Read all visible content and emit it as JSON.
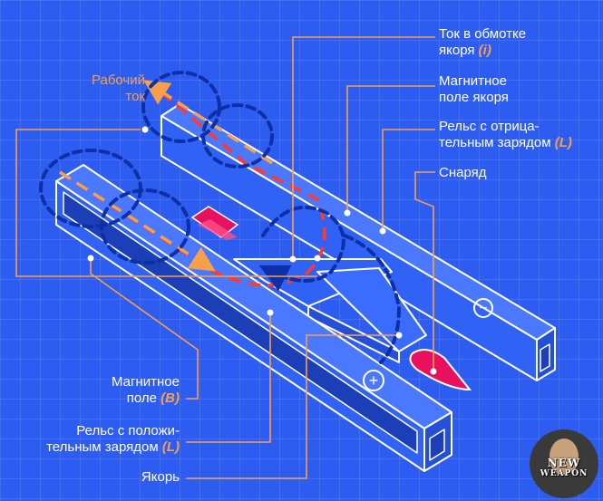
{
  "labels": {
    "current_armature": {
      "text": "Ток в обмотке\nякоря ",
      "symbol": "(i)"
    },
    "magnetic_field_armature": {
      "text": "Магнитное\nполе якоря"
    },
    "negative_rail": {
      "text": "Рельс с отрица-\nтельным зарядом ",
      "symbol": "(L)"
    },
    "projectile": {
      "text": "Снаряд"
    },
    "working_current": {
      "text": "Рабочий\nток"
    },
    "magnetic_field": {
      "text": "Магнитное\nполе ",
      "symbol": "(B)"
    },
    "positive_rail": {
      "text": "Рельс с положи-\nтельным зарядом ",
      "symbol": "(L)"
    },
    "armature": {
      "text": "Якорь"
    }
  },
  "rail_symbols": {
    "negative": "−",
    "positive": "+"
  },
  "badge": {
    "line1": "NEW",
    "line2": "WEAPON"
  },
  "colors": {
    "background": "#2d5cf0",
    "rail": "#2f62f5",
    "outline": "#ffffff",
    "accent": "#f6a04d",
    "current": "#ff3b2f",
    "projectile": "#e8105f",
    "field": "#0d2fa8"
  }
}
